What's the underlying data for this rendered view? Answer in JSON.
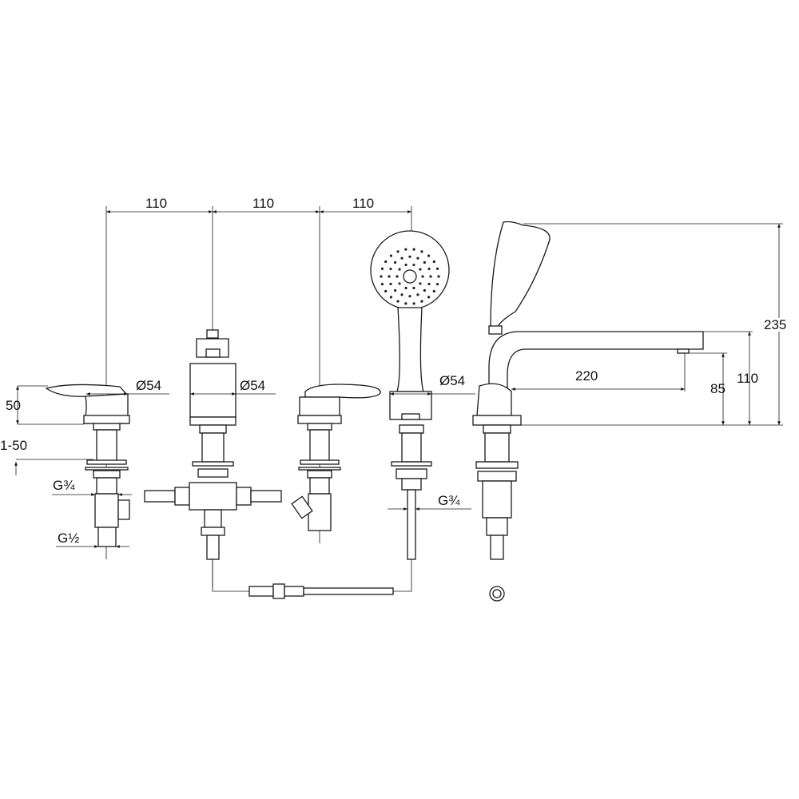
{
  "drawing": {
    "spacing_labels": [
      "110",
      "110",
      "110"
    ],
    "diameter_labels": [
      "Ø54",
      "Ø54",
      "Ø54"
    ],
    "handle_height": "50",
    "deck_thickness": "1-50",
    "thread_labels": {
      "left_upper": "G¾",
      "left_lower": "G½",
      "shower_connection": "G¾"
    },
    "spout_reach": "220",
    "spout_outlet_height": "85",
    "spout_height": "110",
    "overall_height": "235"
  }
}
